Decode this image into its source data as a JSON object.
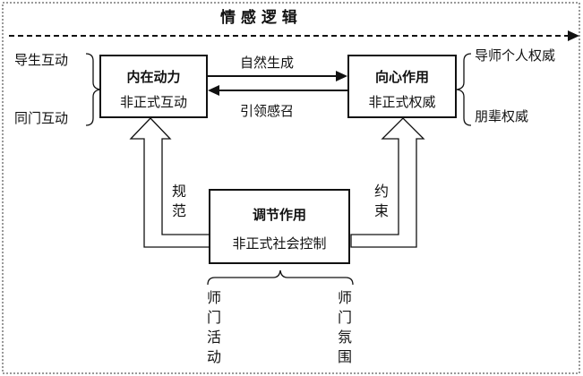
{
  "header": {
    "title": "情 感 逻 辑"
  },
  "boxes": {
    "left": {
      "title": "内在动力",
      "sub": "非正式互动"
    },
    "right": {
      "title": "向心作用",
      "sub": "非正式权威"
    },
    "bottom": {
      "title": "调节作用",
      "sub": "非正式社会控制"
    }
  },
  "arrows": {
    "top_label": "自然生成",
    "bottom_label": "引领感召"
  },
  "left_bracket": {
    "items": [
      "导生互动",
      "同门互动"
    ]
  },
  "right_bracket": {
    "items": [
      "导师个人权威",
      "朋辈权威"
    ]
  },
  "up_arrows": {
    "left_label": "规范",
    "right_label": "约束"
  },
  "bottom_bracket": {
    "left": "师门活动",
    "right": "师门氛围"
  }
}
